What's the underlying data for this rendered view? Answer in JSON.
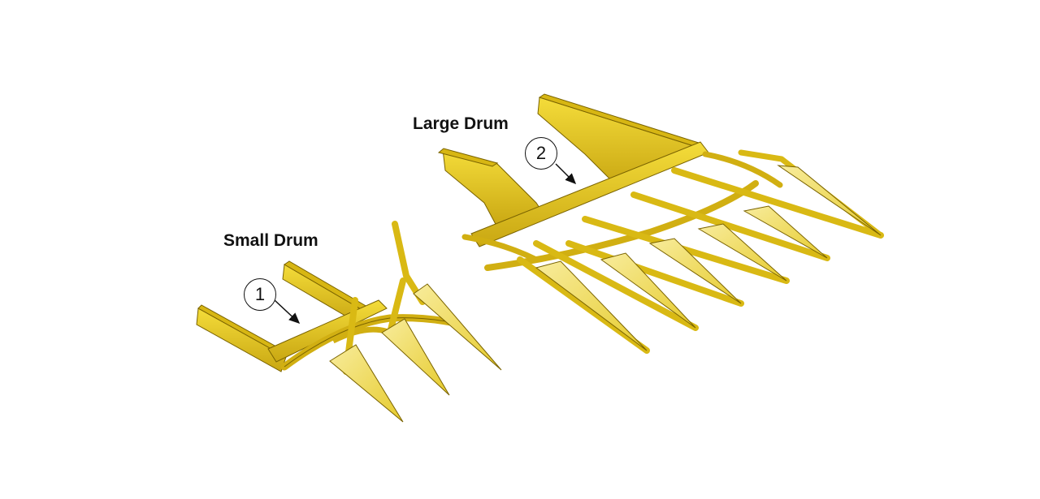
{
  "labels": {
    "small_drum": "Small Drum",
    "large_drum": "Large Drum"
  },
  "callouts": {
    "one": "1",
    "two": "2"
  },
  "colors": {
    "part_fill": "#e8c91c",
    "part_light": "#f3e27a",
    "part_shadow": "#b9970c",
    "outline": "#7a6300",
    "arrow": "#111111"
  }
}
